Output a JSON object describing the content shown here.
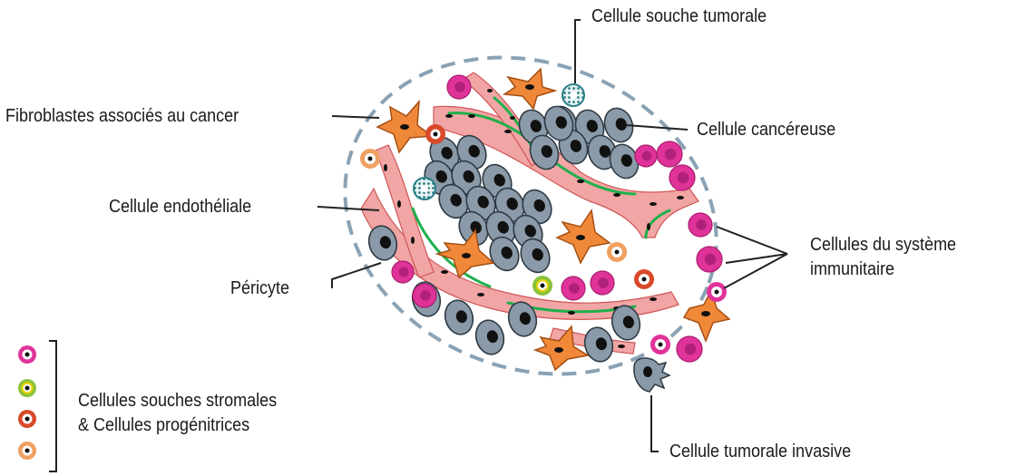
{
  "labels": {
    "tumor_stem_cell": "Cellule souche tumorale",
    "caf": "Fibroblastes associés au cancer",
    "cancer_cell": "Cellule cancéreuse",
    "endothelial_cell": "Cellule endothéliale",
    "immune_cells_line1": "Cellules du système",
    "immune_cells_line2": "immunitaire",
    "pericyte": "Péricyte",
    "stromal_line1": "Cellules souches stromales",
    "stromal_line2": "& Cellules progénitrices",
    "invasive_cell": "Cellule tumorale invasive"
  },
  "colors": {
    "tumor_border": "#8aa2b4",
    "vessel_fill": "#f2a5a5",
    "vessel_stroke": "#cf5656",
    "pericyte_green": "#1fb04b",
    "cancer_cell_fill": "#8a9aa8",
    "nucleus": "#111111",
    "fibroblast": "#f0883a",
    "immune_magenta": "#e0339a",
    "stem_teal": "#2a7f86",
    "legend_magenta": "#e0339a",
    "legend_green": "#8ac23b",
    "legend_red": "#d94a2a",
    "legend_orange": "#f0a060"
  }
}
